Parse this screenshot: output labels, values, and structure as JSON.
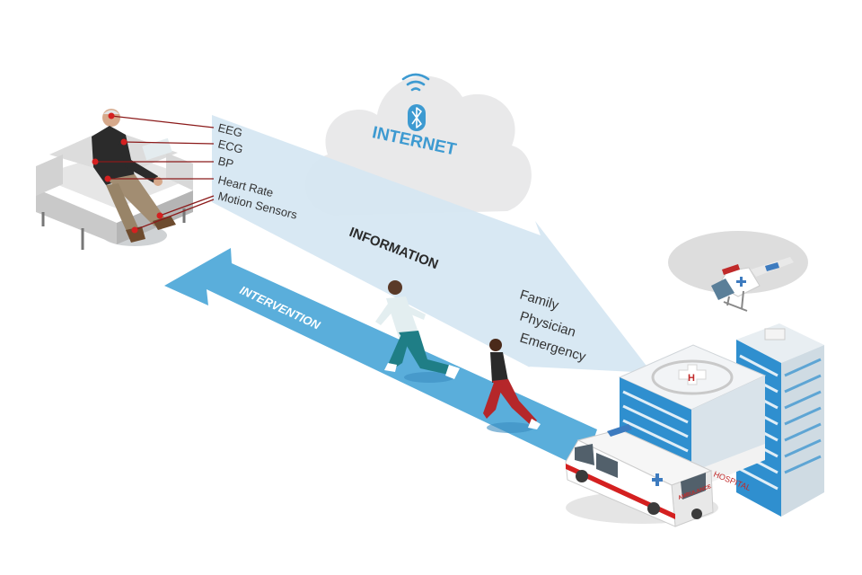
{
  "cloud": {
    "label": "INTERNET",
    "wifi_icon": "wifi-icon",
    "bluetooth_icon": "bluetooth-icon"
  },
  "sensors": {
    "items": [
      "EEG",
      "ECG",
      "BP",
      "Heart Rate",
      "Motion Sensors"
    ]
  },
  "information_flow": {
    "label": "INFORMATION"
  },
  "intervention_flow": {
    "label": "INTERVENTION"
  },
  "recipients": {
    "items": [
      "Family",
      "Physician",
      "Emergency"
    ]
  },
  "hospital": {
    "sign": "HOSPITAL",
    "helipad_mark": "H"
  },
  "ambulance": {
    "label": "AMBULANCE"
  },
  "colors": {
    "information_arrow": "#d6e7f2",
    "intervention_arrow": "#5aaedb",
    "cloud": "#e9e9ea",
    "cloud_text": "#3d9ad1",
    "sensor_lines": "#8b1a1a",
    "sensor_dots": "#d42020"
  }
}
